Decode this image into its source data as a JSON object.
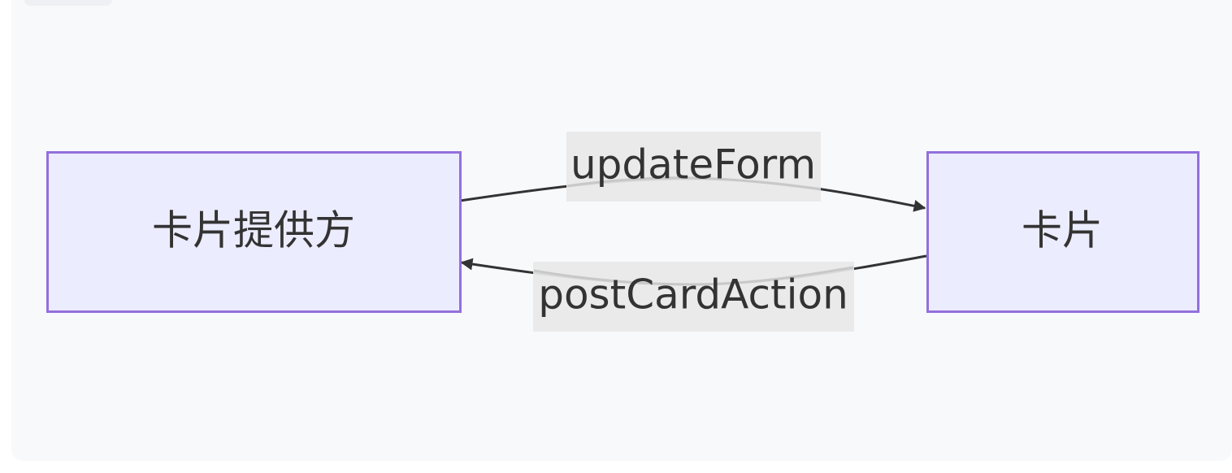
{
  "diagram": {
    "nodes": {
      "provider": {
        "label": "卡片提供方"
      },
      "card": {
        "label": "卡片"
      }
    },
    "edges": {
      "update_form": {
        "label": "updateForm",
        "from": "卡片提供方",
        "to": "卡片"
      },
      "post_card_action": {
        "label": "postCardAction",
        "from": "卡片",
        "to": "卡片提供方"
      }
    }
  },
  "colors": {
    "background": "#f8f9fb",
    "node_fill": "#ececff",
    "node_border": "#9370db",
    "edge_stroke": "#333333",
    "label_background": "#e8e8e8",
    "text": "#333333"
  }
}
